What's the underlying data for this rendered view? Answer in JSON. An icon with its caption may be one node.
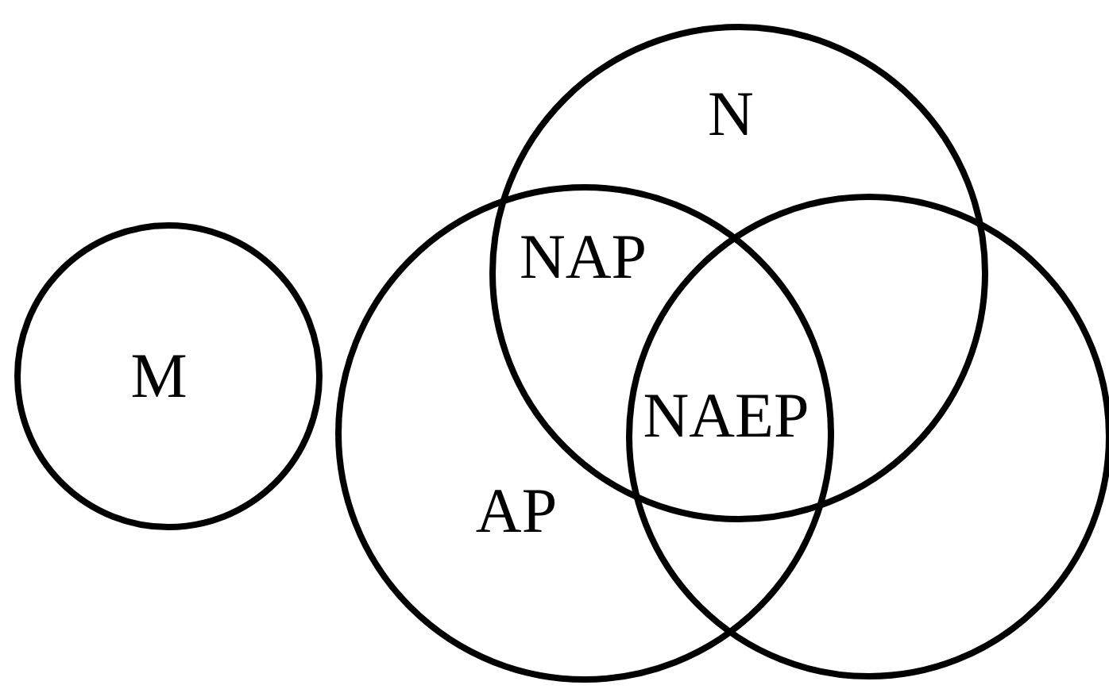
{
  "diagram": {
    "nodes": [
      {
        "text": [
          "M"
        ]
      },
      {
        "text": [
          "AP"
        ]
      },
      {
        "text": [
          "N"
        ]
      },
      {
        "text": [],
        "shape": "circle"
      }
    ],
    "labels": [
      "NAP",
      "NAEP"
    ]
  }
}
